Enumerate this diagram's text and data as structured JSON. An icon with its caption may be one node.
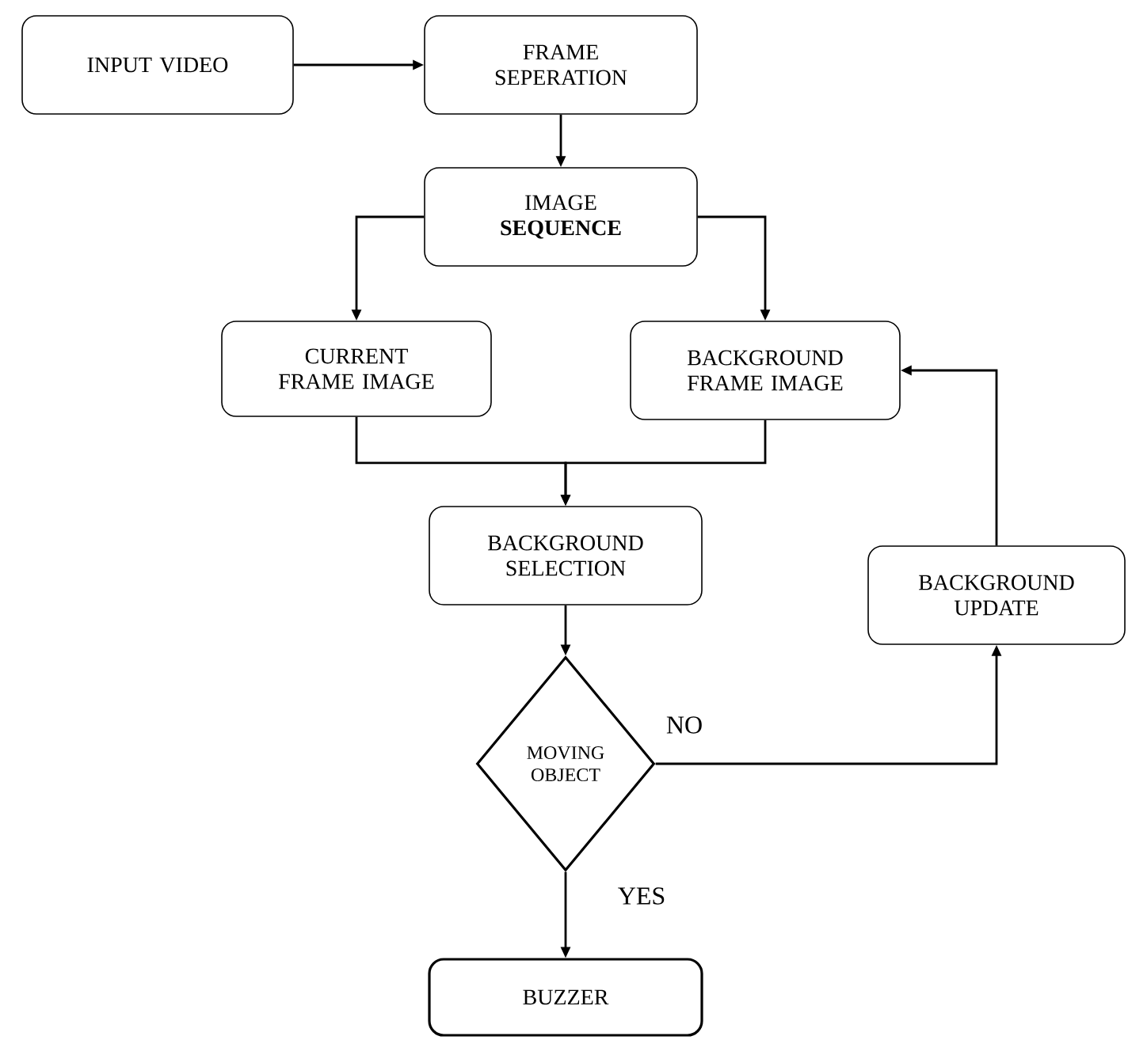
{
  "diagram": {
    "nodes": [
      {
        "text": [
          "INPUT VIDEO"
        ]
      },
      {
        "text": [
          "FRAME SEPERATION"
        ]
      },
      {
        "text": [
          "IMAGE **SEQUENCE**"
        ]
      },
      {
        "text": [
          "CURRENT FRAME IMAGE"
        ]
      },
      {
        "text": [
          "BACKGROUND FRAME IMAGE"
        ]
      },
      {
        "text": [
          "BACKGROUND SELECTION"
        ]
      },
      {
        "text": [
          "BACKGROUND UPDATE"
        ]
      },
      {
        "text": [
          "MOVING OBJECT"
        ]
      },
      {
        "text": [
          "BUZZER"
        ]
      }
    ],
    "edges": [
      {
        "from": 0,
        "to": 1,
        "arrow": "to"
      },
      {
        "from": 1,
        "to": 2,
        "arrow": "to"
      },
      {
        "from": 2,
        "to": 3,
        "arrow": "to"
      },
      {
        "from": 2,
        "to": 4,
        "arrow": "to"
      },
      {
        "from": 3,
        "to": 5,
        "arrow": "to"
      },
      {
        "from": 4,
        "to": 5,
        "arrow": "to"
      },
      {
        "from": 5,
        "to": 7,
        "arrow": "to"
      },
      {
        "from": 7,
        "to": 6,
        "arrow": "to",
        "label": "NO"
      },
      {
        "from": 6,
        "to": 4,
        "arrow": "to"
      },
      {
        "from": 7,
        "to": 8,
        "arrow": "to",
        "label": "YES"
      }
    ]
  }
}
